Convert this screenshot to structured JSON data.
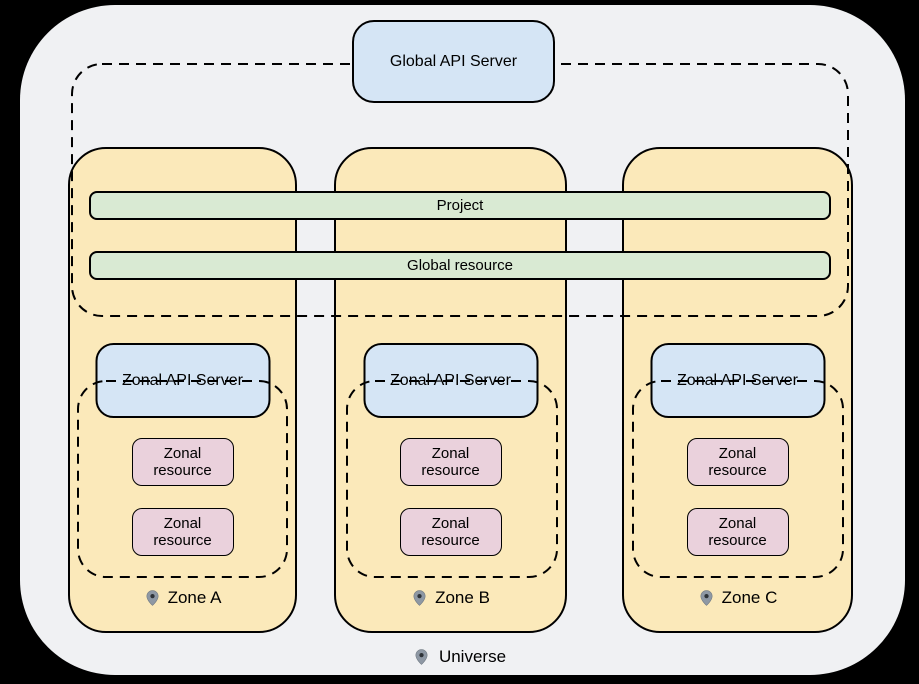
{
  "palette": {
    "page_background": "#000000",
    "universe_fill": "#F0F1F3",
    "zone_fill": "#FBE9BA",
    "api_server_fill": "#D5E5F5",
    "shared_bar_fill": "#D9EAD3",
    "zonal_resource_fill": "#EAD1DC",
    "outline": "#000000",
    "pin_fill": "#8E98A4",
    "pin_dot": "#2E3338"
  },
  "global_api_server": {
    "label": "Global API Server"
  },
  "shared_bars": [
    {
      "label": "Project"
    },
    {
      "label": "Global resource"
    }
  ],
  "zones": [
    {
      "name": "Zone A",
      "api_server_label": "Zonal API Server",
      "resources": [
        {
          "label": "Zonal resource"
        },
        {
          "label": "Zonal resource"
        }
      ]
    },
    {
      "name": "Zone B",
      "api_server_label": "Zonal API Server",
      "resources": [
        {
          "label": "Zonal resource"
        },
        {
          "label": "Zonal resource"
        }
      ]
    },
    {
      "name": "Zone C",
      "api_server_label": "Zonal API Server",
      "resources": [
        {
          "label": "Zonal resource"
        },
        {
          "label": "Zonal resource"
        }
      ]
    }
  ],
  "universe": {
    "label": "Universe"
  }
}
